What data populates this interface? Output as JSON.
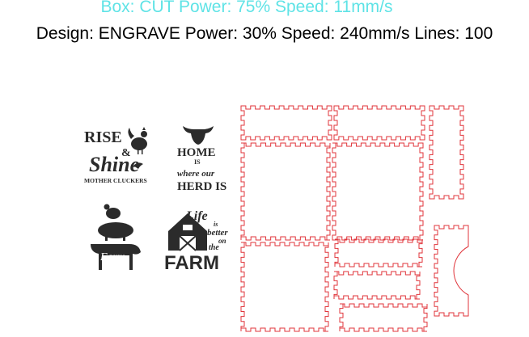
{
  "header": {
    "box_line": "Box: CUT Power: 75% Speed: 11mm/s",
    "design_line": "Design: ENGRAVE Power: 30% Speed: 240mm/s Lines: 100"
  },
  "designs": {
    "rise_shine": {
      "line1": "RISE",
      "amp": "&",
      "line2": "Shine",
      "line3": "MOTHER CLUCKERS"
    },
    "home_herd": {
      "line1": "HOME",
      "line2": "IS",
      "line3": "where our",
      "line4": "HERD IS"
    },
    "stacked_animals": {
      "text": "Farm"
    },
    "life_farm": {
      "line1": "Life",
      "line2": "is",
      "line3": "better",
      "line4": "on",
      "line5": "the",
      "line6": "FARM"
    }
  },
  "colors": {
    "cut": "#e0353b",
    "box_text": "#5fe3e6",
    "design_text": "#000000",
    "ink": "#2b2b2b"
  }
}
